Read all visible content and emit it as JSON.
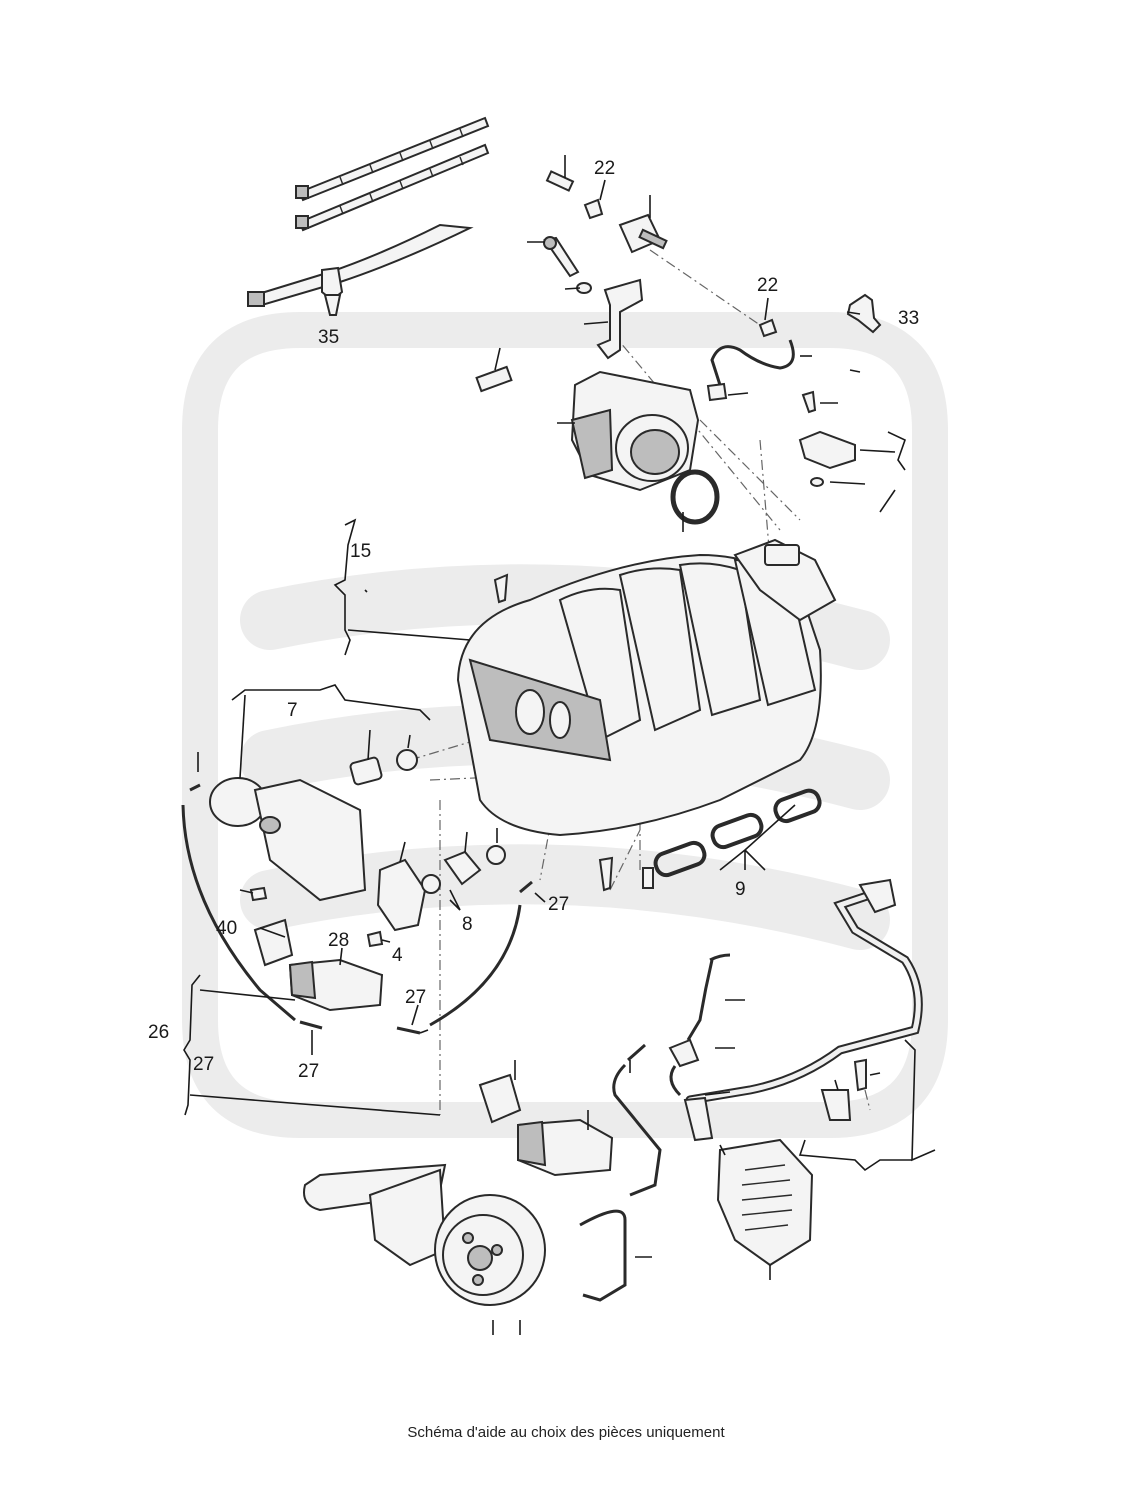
{
  "labels": {
    "l22a": "22",
    "l22b": "22",
    "l33": "33",
    "l35": "35",
    "l15": "15",
    "l7": "7",
    "l27a": "27",
    "l9": "9",
    "l8": "8",
    "l40": "40",
    "l28": "28",
    "l4": "4",
    "l27b": "27",
    "l26": "26",
    "l27c": "27",
    "l27d": "27"
  },
  "caption": "Schéma d'aide au choix des pièces uniquement",
  "colors": {
    "watermark": "#ececec",
    "line": "#2a2a2a",
    "part_fill": "#f4f4f4",
    "part_dark": "#bdbdbd"
  }
}
